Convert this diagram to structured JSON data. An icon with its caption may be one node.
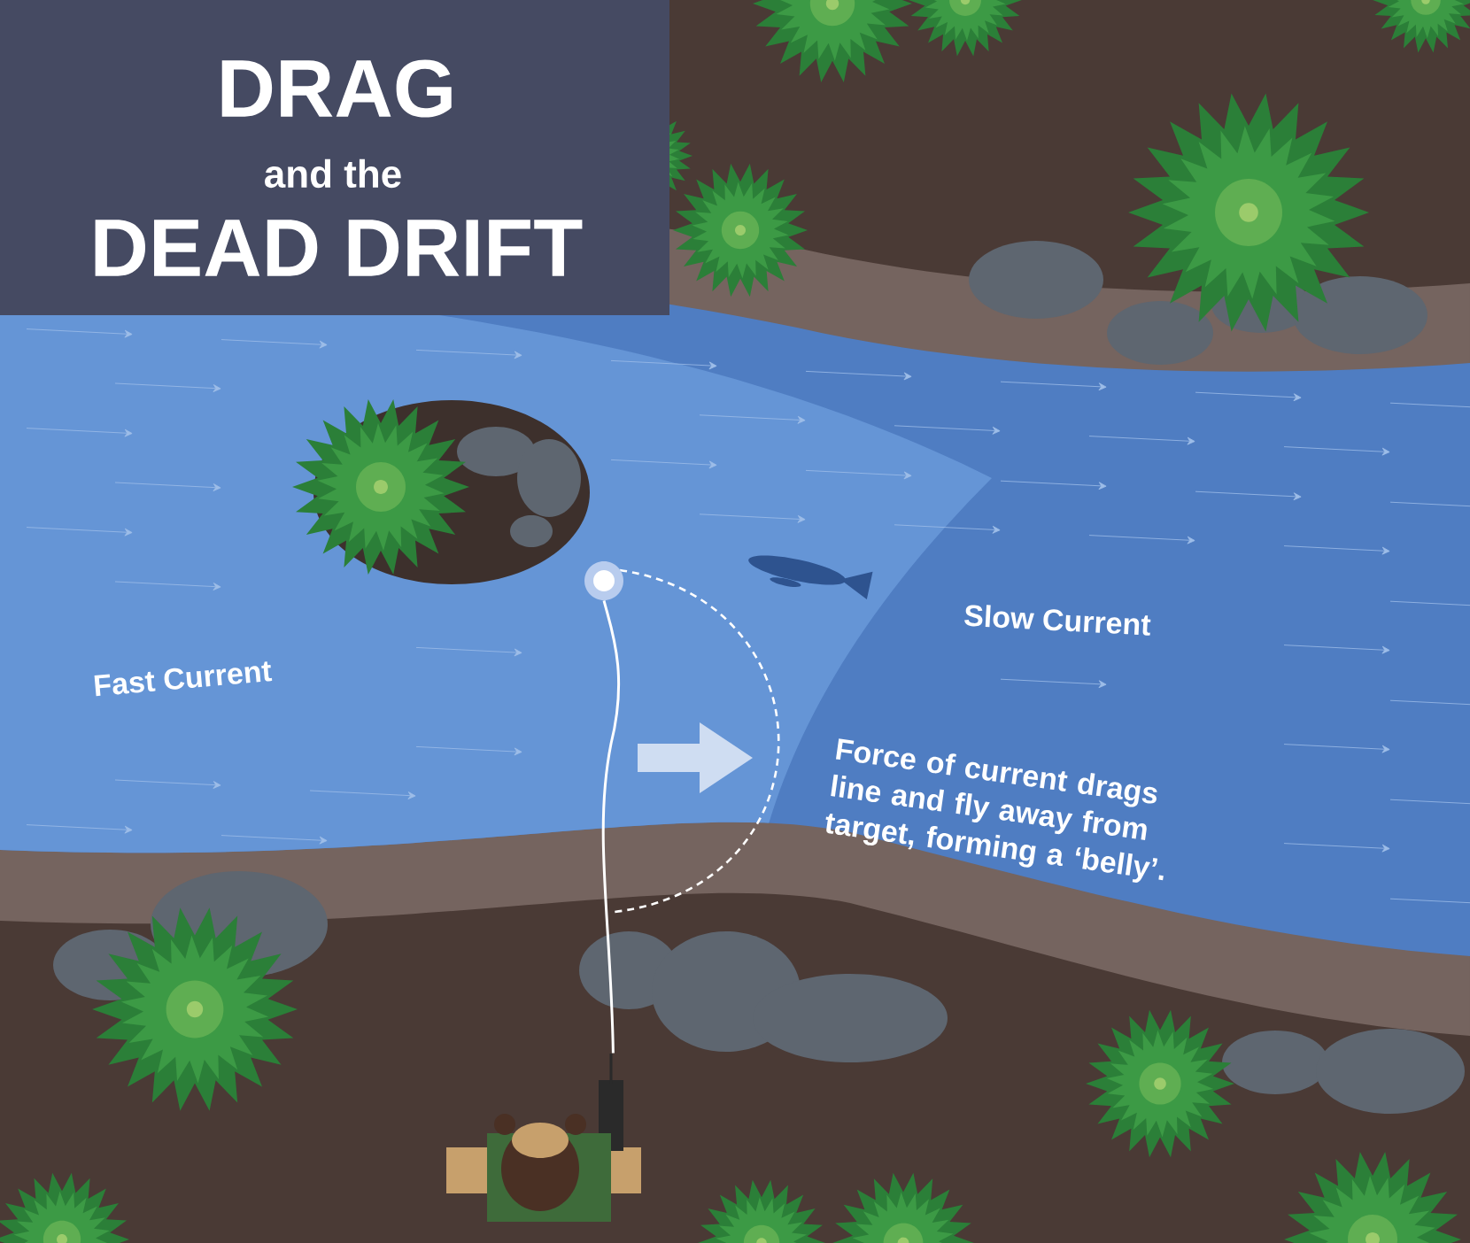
{
  "diagram": {
    "nodes": [
      {
        "text": [],
        "shape": "person"
      },
      {
        "text": [],
        "shape": "circle"
      }
    ],
    "edges": [
      {
        "from": 0,
        "to": 1,
        "arrow": "none"
      }
    ],
    "labels": [
      "DRAG",
      "and the",
      "DEAD DRIFT",
      "Slow Current",
      "Fast Current",
      "Force of current drags line and fly away from target, forming a ‘belly’."
    ]
  }
}
